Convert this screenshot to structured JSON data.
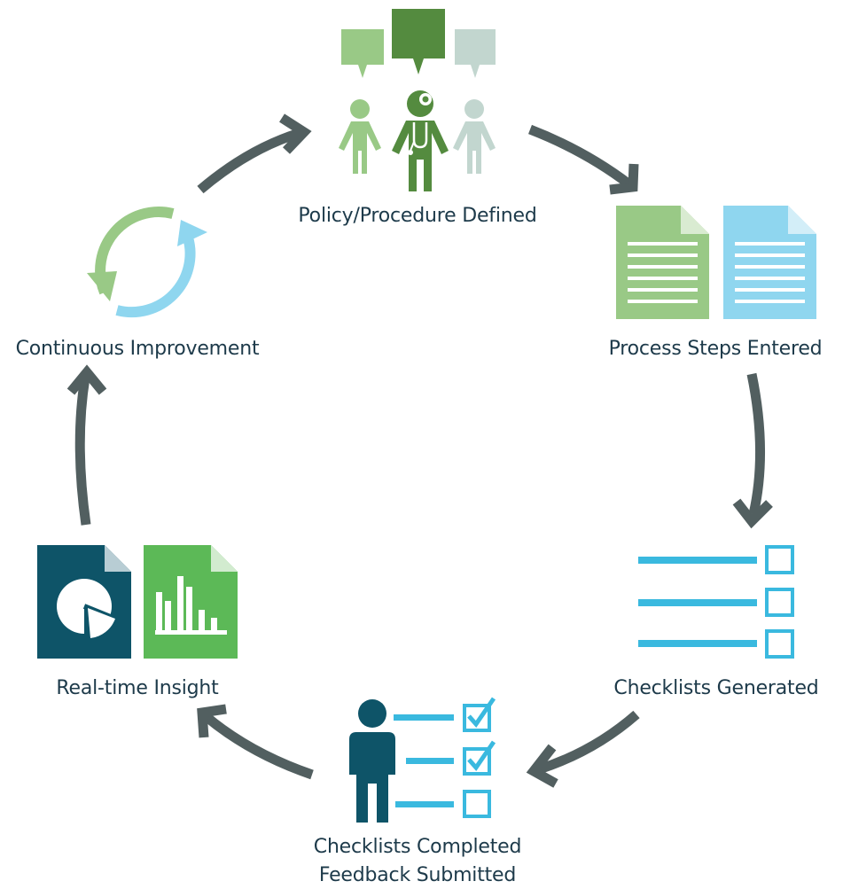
{
  "diagram": {
    "title": "",
    "stages": [
      {
        "id": "policy",
        "label": "Policy/Procedure Defined"
      },
      {
        "id": "process",
        "label": "Process Steps Entered"
      },
      {
        "id": "generated",
        "label": "Checklists Generated"
      },
      {
        "id": "completed",
        "label_line1": "Checklists Completed",
        "label_line2": "Feedback Submitted"
      },
      {
        "id": "insight",
        "label": "Real-time Insight"
      },
      {
        "id": "improvement",
        "label": "Continuous Improvement"
      }
    ],
    "colors": {
      "arrow": "#525f60",
      "green_light": "#99c986",
      "green_dark": "#548b3f",
      "gray_green": "#c2d6cf",
      "blue_light": "#8fd6ef",
      "cyan": "#3ab9df",
      "teal_dark": "#0e5468",
      "green_bright": "#5cb957"
    }
  }
}
